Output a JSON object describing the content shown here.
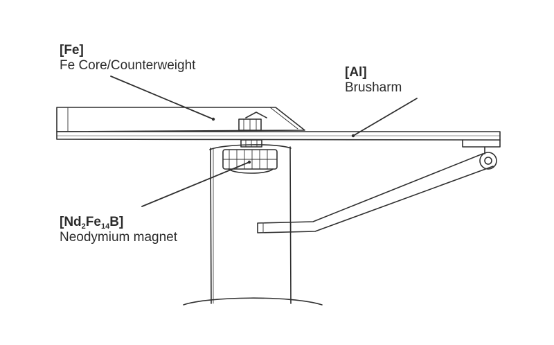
{
  "labels": {
    "fe": {
      "symbol": "[Fe]",
      "name": "Fe Core/Counterweight"
    },
    "al": {
      "symbol": "[Al]",
      "name": "Brusharm"
    },
    "nd": {
      "symbol_parts": [
        "[Nd",
        "2",
        "Fe",
        "14",
        "B]"
      ],
      "name": "Neodymium magnet"
    }
  },
  "colors": {
    "line": "#2f2f2f",
    "text": "#2b2b2b",
    "background": "#ffffff"
  }
}
